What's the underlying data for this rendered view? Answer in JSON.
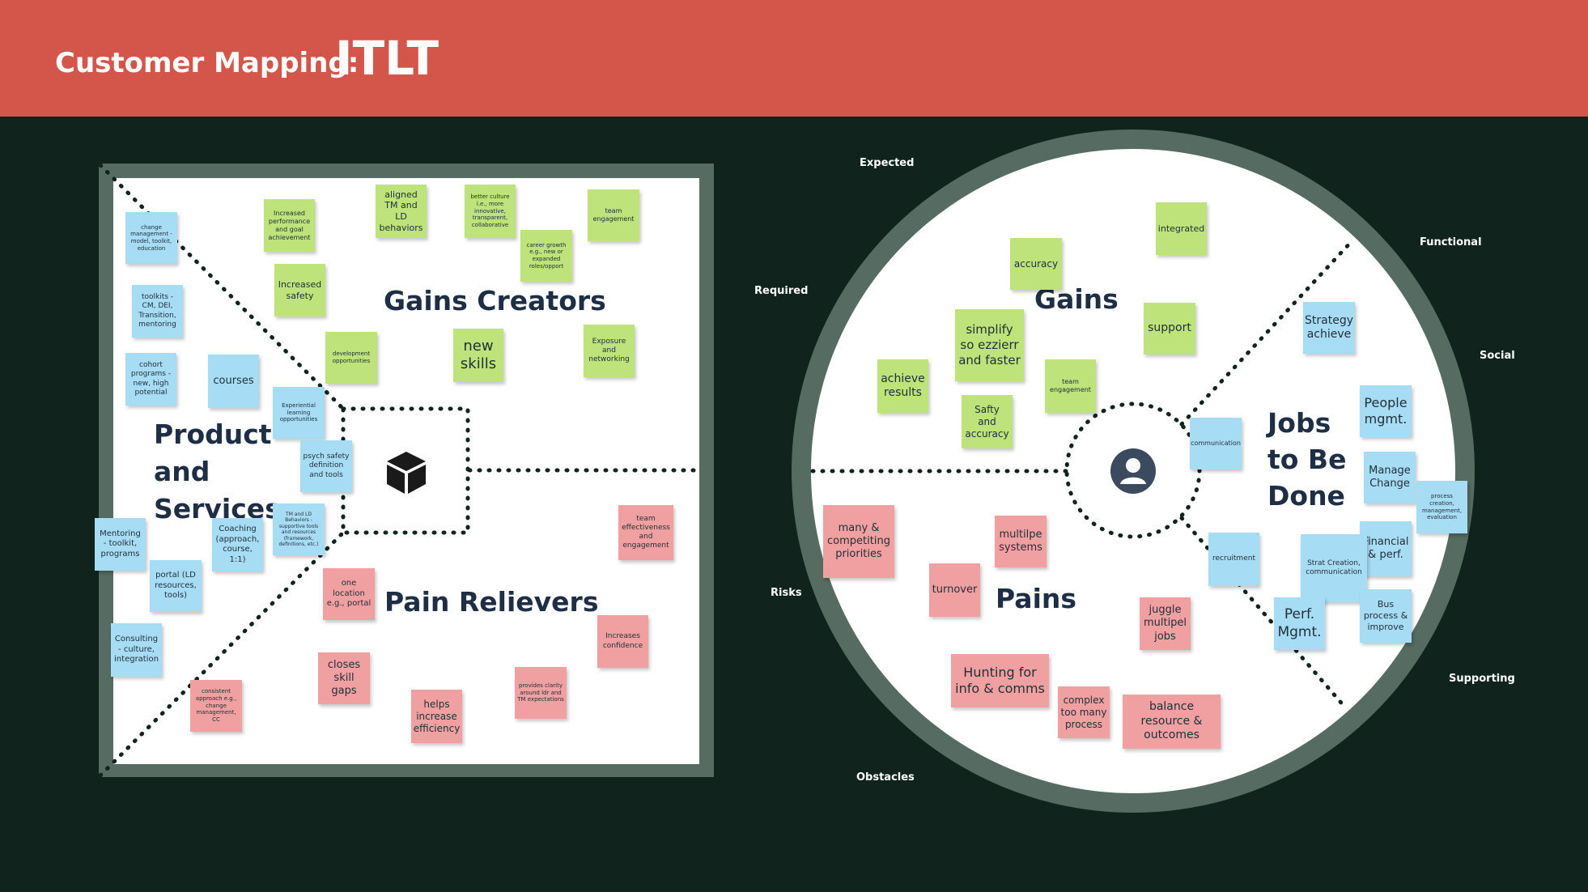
{
  "header": {
    "title_prefix": "Customer Mapping:",
    "title_main": "ITLT",
    "bg_color": "#d4554a"
  },
  "colors": {
    "background": "#10231d",
    "frame": "#566b61",
    "sticky_green": "#bde37a",
    "sticky_blue": "#a7dcf5",
    "sticky_pink": "#f0a0a0",
    "label_navy": "#1e2f45"
  },
  "value_map": {
    "gains_creators_label": "Gains Creators",
    "pain_relievers_label": "Pain Relievers",
    "products_services_label": "Product and Services",
    "product_icon": "cube-icon",
    "gains_creators": [
      "Increased performance and goal achievement",
      "aligned TM and LD behaviors",
      "better culture i.e., more innovative, transparent, collaborative",
      "team engagement",
      "career growth e.g., new or expanded roles/opport",
      "Increased safety",
      "development opportunities",
      "new skills",
      "Exposure and networking"
    ],
    "products_services": [
      "change management - model, toolkit, education",
      "toolkits - CM, DEI, Transition, mentoring",
      "cohort programs - new, high potential",
      "courses",
      "Experiential learning opportunities",
      "psych safety definition and tools",
      "TM and LD Behaviors - supportive tools and resources (framework, definitions, etc.)",
      "Mentoring - toolkit, programs",
      "Coaching (approach, course, 1:1)",
      "portal (LD resources, tools)",
      "Consulting - culture, integration"
    ],
    "pain_relievers": [
      "team effectiveness and engagement",
      "one location e.g., portal",
      "Increases confidence",
      "closes skill gaps",
      "provides clarity around ldr and TM expectations",
      "consistent approach e.g., change management, CC",
      "helps increase efficiency"
    ]
  },
  "customer_profile": {
    "gains_label": "Gains",
    "pains_label": "Pains",
    "jobs_label": "Jobs to Be Done",
    "customer_icon": "user-avatar-icon",
    "axis_labels": {
      "expected": "Expected",
      "required": "Required",
      "functional": "Functional",
      "social": "Social",
      "risks": "Risks",
      "obstacles": "Obstacles",
      "supporting": "Supporting"
    },
    "gains": [
      "integrated",
      "accuracy",
      "simplify so ezzierr and faster",
      "support",
      "achieve results",
      "team engagement",
      "Safty and accuracy"
    ],
    "pains": [
      "many & competiting priorities",
      "multilpe systems",
      "turnover",
      "juggle multipel jobs",
      "Hunting for info & comms",
      "complex too many process",
      "balance resource & outcomes"
    ],
    "jobs": [
      "Strategy achieve",
      "People mgmt.",
      "communication",
      "Manage Change",
      "process creation, management, evaluation",
      "Financial & perf.",
      "recruitment",
      "Strat Creation, communication",
      "Bus process & improve",
      "Perf. Mgmt."
    ]
  }
}
